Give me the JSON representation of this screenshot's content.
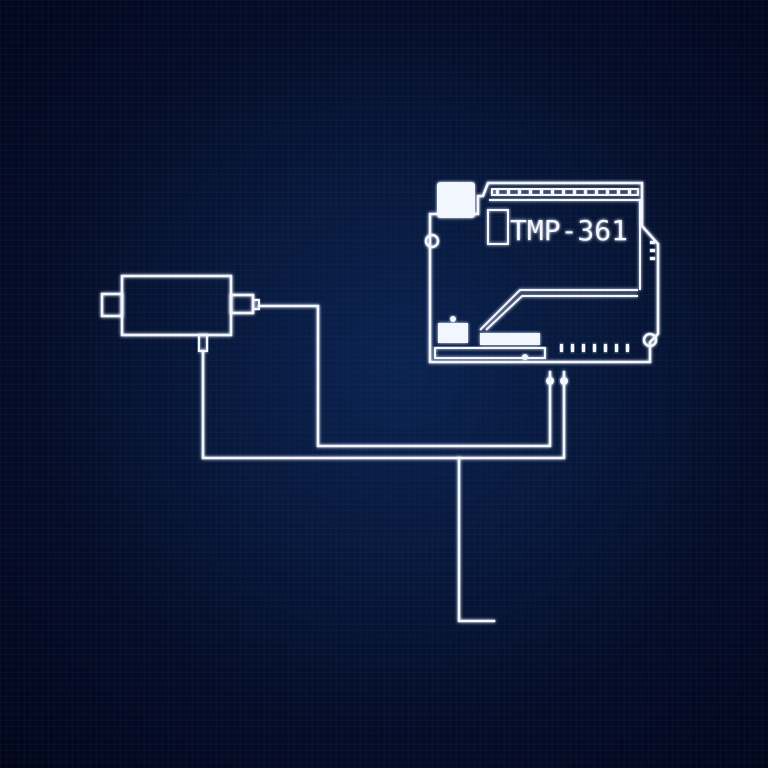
{
  "diagram": {
    "title": "",
    "style": "neon-blueprint",
    "colors": {
      "background_center": "#0c2350",
      "background_edge": "#03061a",
      "line": "#f2f6ff"
    },
    "components": [
      {
        "id": "board",
        "type": "microcontroller-board",
        "label": "TMP-361"
      },
      {
        "id": "sensor",
        "type": "sensor-module",
        "label": ""
      }
    ],
    "connections": [
      {
        "from": "sensor.right-connector",
        "to": "board.pin-a"
      },
      {
        "from": "sensor.bottom-lead",
        "to": "board.pin-b"
      },
      {
        "from": "junction",
        "to": "ground-lead"
      }
    ]
  }
}
